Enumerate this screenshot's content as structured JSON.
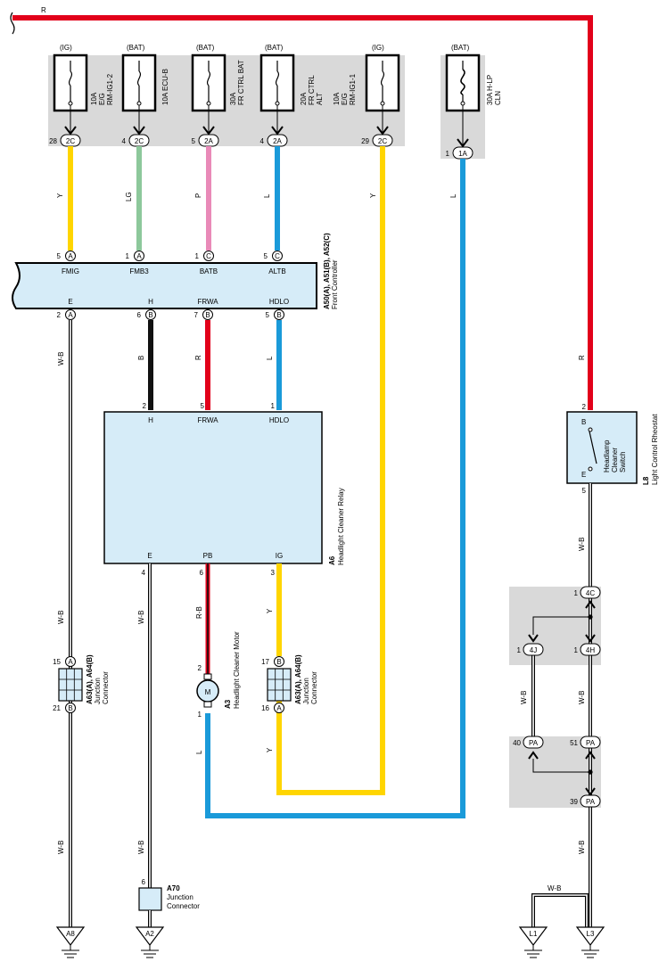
{
  "top_wire_color_code": "R",
  "colors": {
    "red": "#e2001a",
    "yellow": "#ffd500",
    "light_green": "#8dc89b",
    "pink": "#e98ab8",
    "blue": "#1a9ad9",
    "black": "#111111",
    "panel_gray": "#d9d9d9",
    "box_blue": "#d6ecf8"
  },
  "fuses": [
    {
      "source": "(IG)",
      "rating_line1": "10A",
      "rating_line2": "E/G",
      "rating_line3": "RM-IG1-2",
      "pin": "28",
      "conn": "2C",
      "wire": "Y"
    },
    {
      "source": "(BAT)",
      "rating_line1": "10A ECU-B",
      "rating_line2": "",
      "rating_line3": "",
      "pin": "4",
      "conn": "2C",
      "wire": "LG"
    },
    {
      "source": "(BAT)",
      "rating_line1": "30A",
      "rating_line2": "FR CTRL BAT",
      "rating_line3": "",
      "pin": "5",
      "conn": "2A",
      "wire": "P"
    },
    {
      "source": "(BAT)",
      "rating_line1": "20A",
      "rating_line2": "FR CTRL",
      "rating_line3": "ALT",
      "pin": "4",
      "conn": "2A",
      "wire": "L"
    },
    {
      "source": "(IG)",
      "rating_line1": "10A",
      "rating_line2": "E/G",
      "rating_line3": "RM-IG1-1",
      "pin": "29",
      "conn": "2C",
      "wire": "Y"
    },
    {
      "source": "(BAT)",
      "rating_line1": "30A H-LP",
      "rating_line2": "CLN",
      "rating_line3": "",
      "pin": "1",
      "conn": "1A",
      "wire": "L"
    }
  ],
  "front_controller": {
    "code": "A50(A), A51(B), A52(C)",
    "name": "Front Controller",
    "top_pins": [
      {
        "pin": "5",
        "conn": "A",
        "label": "FMIG"
      },
      {
        "pin": "1",
        "conn": "A",
        "label": "FMB3"
      },
      {
        "pin": "1",
        "conn": "C",
        "label": "BATB"
      },
      {
        "pin": "5",
        "conn": "C",
        "label": "ALTB"
      }
    ],
    "bottom_pins": [
      {
        "pin": "2",
        "conn": "A",
        "label": "E"
      },
      {
        "pin": "6",
        "conn": "B",
        "label": "H"
      },
      {
        "pin": "7",
        "conn": "B",
        "label": "FRWA"
      },
      {
        "pin": "5",
        "conn": "B",
        "label": "HDLO"
      }
    ]
  },
  "relay": {
    "code": "A6",
    "name": "Headlight Cleaner Relay",
    "top_pins": [
      {
        "pin": "2",
        "label": "H",
        "wire": "B"
      },
      {
        "pin": "5",
        "label": "FRWA",
        "wire": "R"
      },
      {
        "pin": "1",
        "label": "HDLO",
        "wire": "L"
      }
    ],
    "bottom_pins": [
      {
        "pin": "4",
        "label": "E",
        "wire": "W-B"
      },
      {
        "pin": "6",
        "label": "PB",
        "wire": "R-B"
      },
      {
        "pin": "3",
        "label": "IG",
        "wire": "Y"
      }
    ]
  },
  "switch": {
    "code": "L8",
    "name": "Light Control Rheostat",
    "inner": [
      "Headlamp",
      "Cleaner",
      "Switch"
    ],
    "pin_top": "2",
    "term_top": "B",
    "pin_bottom": "5",
    "term_bottom": "E",
    "wire_in": "R",
    "wire_out": "W-B"
  },
  "motor": {
    "code": "A3",
    "name": "Headlight Cleaner Motor",
    "symbol": "M",
    "pin_top": "2",
    "pin_bottom": "1",
    "wire_out": "L"
  },
  "jc1": {
    "code": "A63(A), A64(B)",
    "name1": "Junction",
    "name2": "Connector",
    "pin_top": "15",
    "conn_top": "A",
    "pin_bottom": "21",
    "conn_bottom": "B",
    "wire": "W-B"
  },
  "jc2": {
    "code": "A63(A), A64(B)",
    "name1": "Junction",
    "name2": "Connector",
    "pin_top": "17",
    "conn_top": "B",
    "pin_bottom": "16",
    "conn_bottom": "A",
    "wire": "Y"
  },
  "jc3": {
    "code": "A70",
    "name1": "Junction",
    "name2": "Connector",
    "pin": "6",
    "wire": "W-B"
  },
  "right_connectors": {
    "c1": {
      "pin": "1",
      "conn": "4C"
    },
    "c2": {
      "pin": "1",
      "conn": "4J"
    },
    "c3": {
      "pin": "1",
      "conn": "4H"
    },
    "c4": {
      "pin": "40",
      "conn": "PA"
    },
    "c5": {
      "pin": "51",
      "conn": "PA"
    },
    "c6": {
      "pin": "39",
      "conn": "PA"
    }
  },
  "wire_codes": {
    "wb": "W-B",
    "y": "Y",
    "l": "L",
    "r": "R",
    "rb": "R-B"
  },
  "grounds": {
    "g1": "A8",
    "g2": "A2",
    "g3": "L1",
    "g4": "L3"
  }
}
